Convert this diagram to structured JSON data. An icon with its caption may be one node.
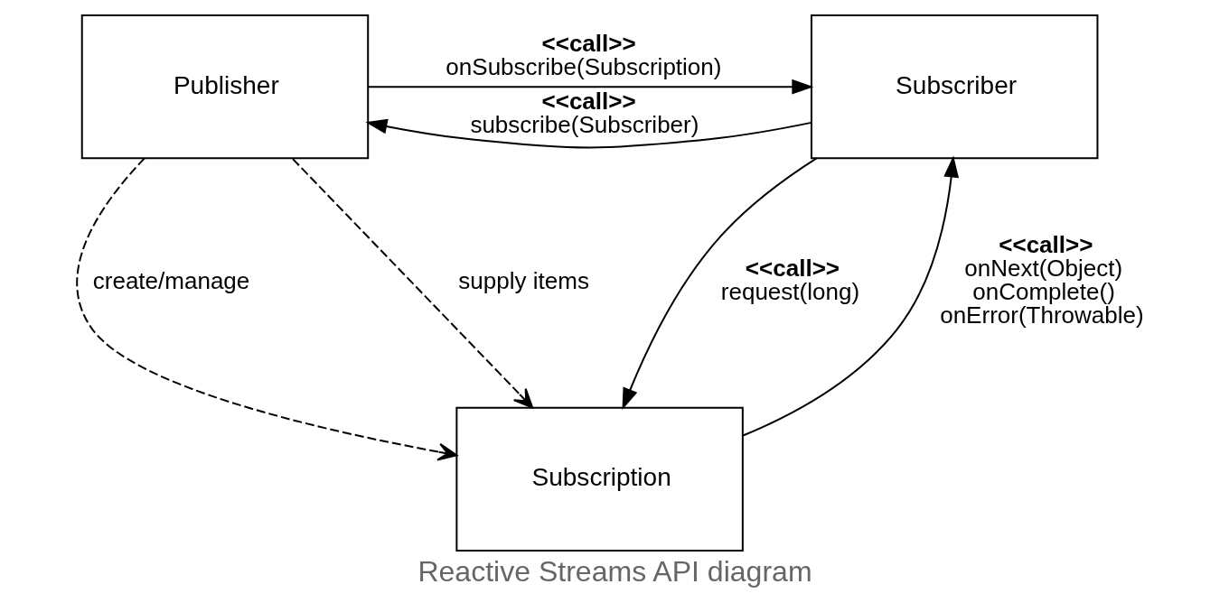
{
  "diagram": {
    "caption": "Reactive Streams API diagram",
    "nodes": [
      {
        "text": [
          "Publisher"
        ]
      },
      {
        "text": [
          "Subscriber"
        ]
      },
      {
        "text": [
          "Subscription"
        ]
      }
    ],
    "edges": [
      {
        "from": 1,
        "to": 0,
        "arrow": "to",
        "label": "**<<call>>** subscribe(Subscriber)"
      },
      {
        "from": 0,
        "to": 1,
        "arrow": "to",
        "label": "**<<call>>** onSubscribe(Subscription)"
      },
      {
        "from": 1,
        "to": 2,
        "arrow": "to",
        "label": "**<<call>>** request(long)"
      },
      {
        "from": 2,
        "to": 1,
        "arrow": "to",
        "label": "**<<call>>** onNext(Object) onComplete() onError(Throwable)"
      },
      {
        "from": 0,
        "to": 2,
        "arrow": "to",
        "style": "dashed",
        "label": "create/manage"
      },
      {
        "from": 0,
        "to": 2,
        "arrow": "to",
        "style": "dashed",
        "label": "supply items"
      }
    ]
  }
}
